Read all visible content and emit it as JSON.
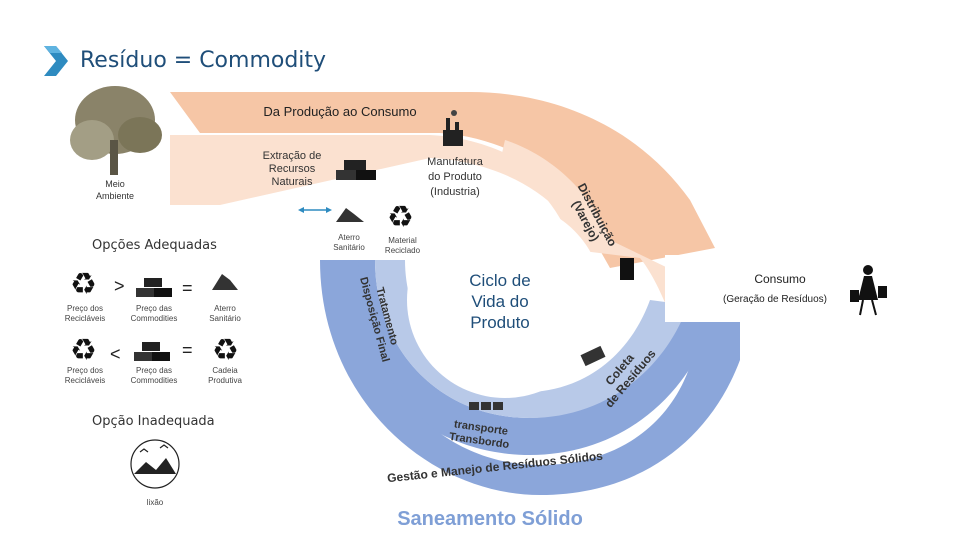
{
  "title": "Resíduo = Commodity",
  "outer_arrow": "Da Produção ao Consumo",
  "stages": {
    "meio_ambiente": "Meio\nAmbiente",
    "extracao": "Extração de\nRecursos\nNaturais",
    "manufatura": "Manufatura\ndo Produto\n(Industria)",
    "distribuicao": "Distribuição\n(Varejo)",
    "consumo": "Consumo",
    "consumo_sub": "(Geração de Resíduos)",
    "coleta": "Coleta\nde Resíduos",
    "transporte": "transporte\nTransbordo",
    "tratamento": "Tratamento\nDisposição Final",
    "aterro": "Aterro\nSanitário",
    "material": "Material\nReciclado",
    "gestao": "Gestão e Manejo de Resíduos Sólidos"
  },
  "center_label": "Ciclo de\nVida do\nProduto",
  "footer": "Saneamento Sólido",
  "options": {
    "adequadas_title": "Opções Adequadas",
    "row1": {
      "left": "Preço dos\nRecicláveis",
      "op": ">",
      "mid": "Preço das\nCommodities",
      "eq": "=",
      "right": "Aterro\nSanitário"
    },
    "row2": {
      "left": "Preço dos\nRecicláveis",
      "op": "<",
      "mid": "Preço das\nCommodities",
      "eq": "=",
      "right": "Cadeia\nProdutiva"
    },
    "inadequada_title": "Opção Inadequada",
    "lixao": "lixão"
  },
  "colors": {
    "title": "#1f4e79",
    "outer_arrow": "#f6c6a6",
    "inner_arrow": "#fbe1d0",
    "blue_dark": "#8ba6da",
    "blue_light": "#b8c9e8",
    "footer": "#7f9fd6"
  }
}
